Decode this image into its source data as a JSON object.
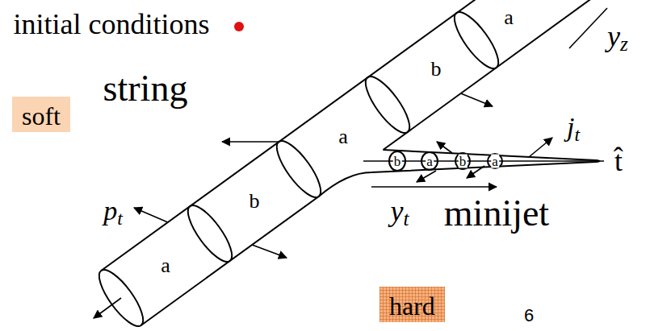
{
  "diagram": {
    "nodes": [
      {
        "text": [
          "soft"
        ]
      },
      {
        "text": [
          "hard"
        ]
      }
    ],
    "labels": [
      "initial conditions",
      "a",
      "yz",
      "b",
      "string",
      "jt",
      "a",
      "b",
      "a",
      "b",
      "a",
      "t̂",
      "pt",
      "yt",
      "minijet",
      "b",
      "a",
      "6"
    ]
  }
}
